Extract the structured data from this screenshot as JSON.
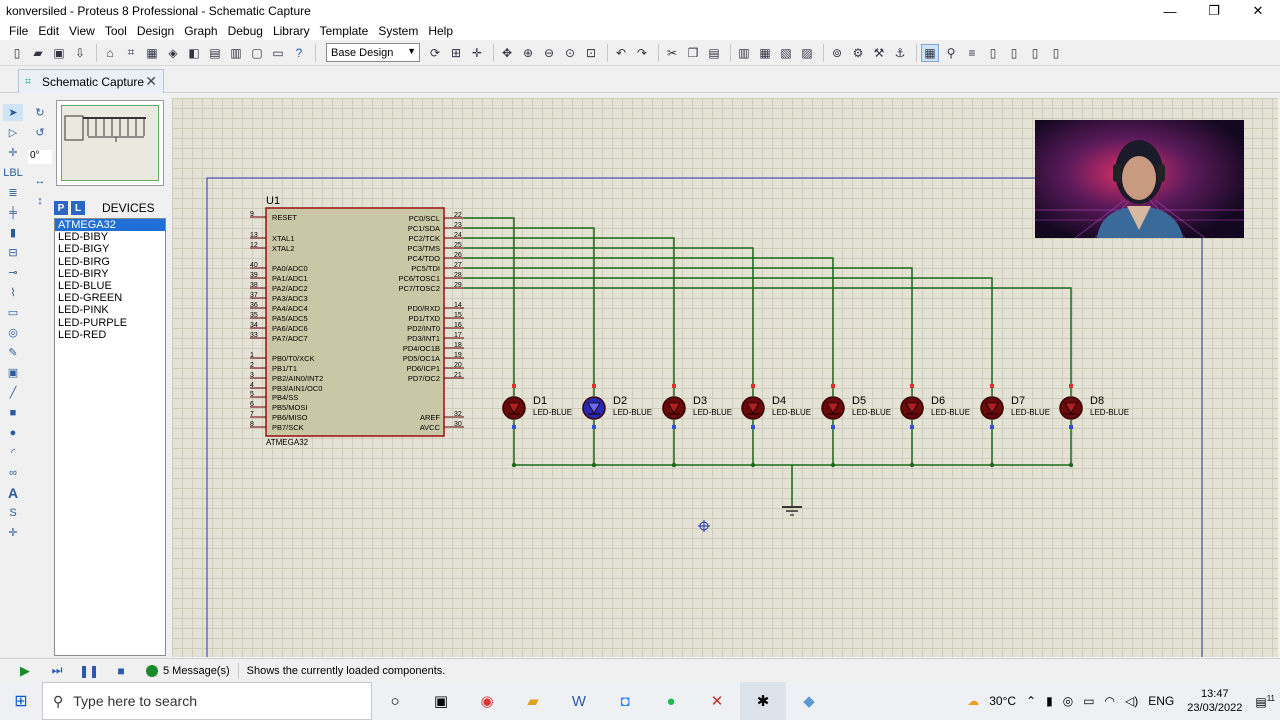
{
  "window": {
    "title": "konversiled - Proteus 8 Professional - Schematic Capture",
    "controls": [
      "—",
      "❐",
      "✕"
    ]
  },
  "menu": [
    "File",
    "Edit",
    "View",
    "Tool",
    "Design",
    "Graph",
    "Debug",
    "Library",
    "Template",
    "System",
    "Help"
  ],
  "toolbar": {
    "design_select": "Base Design"
  },
  "tab": {
    "label": "Schematic Capture",
    "close": "✕"
  },
  "rotation": {
    "angle": "0°"
  },
  "devices": {
    "p_label": "P",
    "l_label": "L",
    "header": "DEVICES",
    "items": [
      "ATMEGA32",
      "LED-BIBY",
      "LED-BIGY",
      "LED-BIRG",
      "LED-BIRY",
      "LED-BLUE",
      "LED-GREEN",
      "LED-PINK",
      "LED-PURPLE",
      "LED-RED"
    ],
    "selected_index": 0
  },
  "schematic": {
    "mcu": {
      "ref": "U1",
      "part": "ATMEGA32",
      "left_pins": [
        {
          "num": "9",
          "name": "RESET"
        },
        {
          "num": "13",
          "name": "XTAL1"
        },
        {
          "num": "12",
          "name": "XTAL2"
        },
        {
          "num": "40",
          "name": "PA0/ADC0"
        },
        {
          "num": "39",
          "name": "PA1/ADC1"
        },
        {
          "num": "38",
          "name": "PA2/ADC2"
        },
        {
          "num": "37",
          "name": "PA3/ADC3"
        },
        {
          "num": "36",
          "name": "PA4/ADC4"
        },
        {
          "num": "35",
          "name": "PA5/ADC5"
        },
        {
          "num": "34",
          "name": "PA6/ADC6"
        },
        {
          "num": "33",
          "name": "PA7/ADC7"
        },
        {
          "num": "1",
          "name": "PB0/T0/XCK"
        },
        {
          "num": "2",
          "name": "PB1/T1"
        },
        {
          "num": "3",
          "name": "PB2/AIN0/INT2"
        },
        {
          "num": "4",
          "name": "PB3/AIN1/OC0"
        },
        {
          "num": "5",
          "name": "PB4/SS"
        },
        {
          "num": "6",
          "name": "PB5/MOSI"
        },
        {
          "num": "7",
          "name": "PB6/MISO"
        },
        {
          "num": "8",
          "name": "PB7/SCK"
        }
      ],
      "right_pins": [
        {
          "num": "22",
          "name": "PC0/SCL"
        },
        {
          "num": "23",
          "name": "PC1/SDA"
        },
        {
          "num": "24",
          "name": "PC2/TCK"
        },
        {
          "num": "25",
          "name": "PC3/TMS"
        },
        {
          "num": "26",
          "name": "PC4/TDO"
        },
        {
          "num": "27",
          "name": "PC5/TDI"
        },
        {
          "num": "28",
          "name": "PC6/TOSC1"
        },
        {
          "num": "29",
          "name": "PC7/TOSC2"
        },
        {
          "num": "14",
          "name": "PD0/RXD"
        },
        {
          "num": "15",
          "name": "PD1/TXD"
        },
        {
          "num": "16",
          "name": "PD2/INT0"
        },
        {
          "num": "17",
          "name": "PD3/INT1"
        },
        {
          "num": "18",
          "name": "PD4/OC1B"
        },
        {
          "num": "19",
          "name": "PD5/OC1A"
        },
        {
          "num": "20",
          "name": "PD6/ICP1"
        },
        {
          "num": "21",
          "name": "PD7/OC2"
        },
        {
          "num": "32",
          "name": "AREF"
        },
        {
          "num": "30",
          "name": "AVCC"
        }
      ]
    },
    "leds": [
      {
        "ref": "D1",
        "type": "LED-BLUE",
        "on": false
      },
      {
        "ref": "D2",
        "type": "LED-BLUE",
        "on": true
      },
      {
        "ref": "D3",
        "type": "LED-BLUE",
        "on": false
      },
      {
        "ref": "D4",
        "type": "LED-BLUE",
        "on": false
      },
      {
        "ref": "D5",
        "type": "LED-BLUE",
        "on": false
      },
      {
        "ref": "D6",
        "type": "LED-BLUE",
        "on": false
      },
      {
        "ref": "D7",
        "type": "LED-BLUE",
        "on": false
      },
      {
        "ref": "D8",
        "type": "LED-BLUE",
        "on": false
      }
    ]
  },
  "status": {
    "messages": "5 Message(s)",
    "text": "Shows the currently loaded components."
  },
  "taskbar": {
    "search_placeholder": "Type here to search",
    "weather": "30°C",
    "language": "ENG",
    "time": "13:47",
    "date": "23/03/2022",
    "notification_count": "11"
  },
  "colors": {
    "wire": "#1a6a1a",
    "component_border": "#9a1010",
    "component_fill": "#c9c7a6",
    "led_off": "#6a0a0a",
    "led_on": "#2a28b0",
    "sheet_border": "#2a36a8"
  }
}
